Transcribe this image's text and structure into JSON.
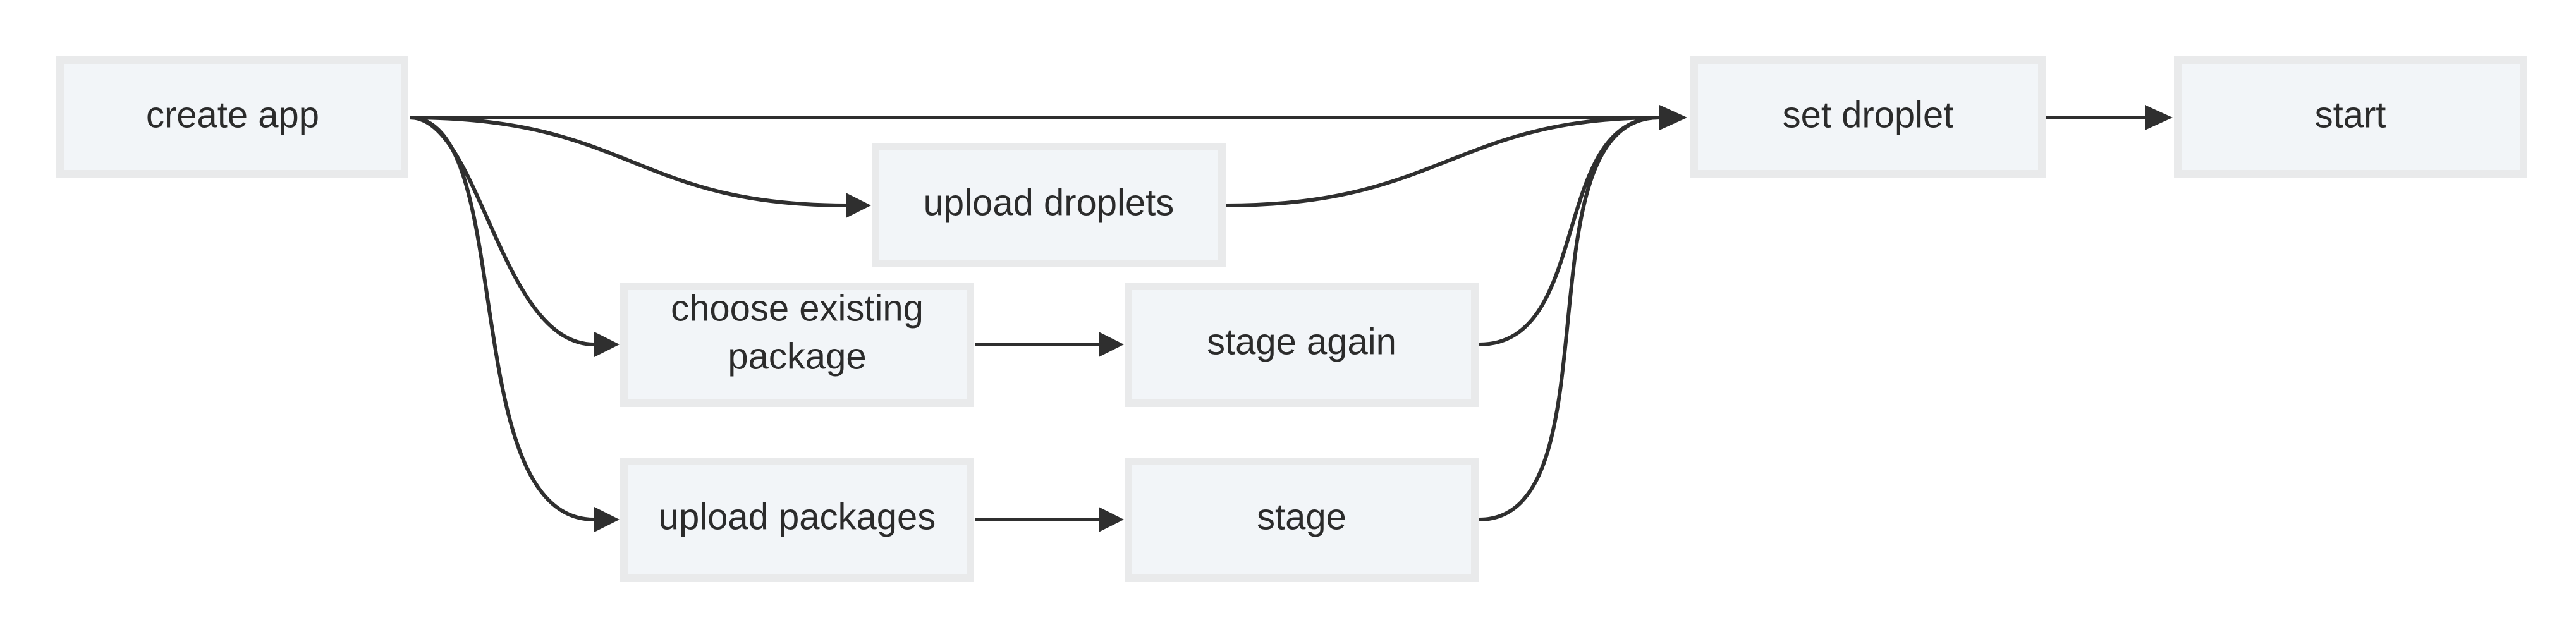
{
  "diagram": {
    "type": "flowchart",
    "direction": "left-to-right",
    "nodes": {
      "create_app": {
        "label": "create app"
      },
      "upload_droplets": {
        "label": "upload droplets"
      },
      "choose_existing_package": {
        "label_line1": "choose existing",
        "label_line2": "package"
      },
      "upload_packages": {
        "label": "upload packages"
      },
      "stage_again": {
        "label": "stage again"
      },
      "stage": {
        "label": "stage"
      },
      "set_droplet": {
        "label": "set droplet"
      },
      "start": {
        "label": "start"
      }
    },
    "edges": [
      {
        "from": "create app",
        "to": "set droplet"
      },
      {
        "from": "create app",
        "to": "upload droplets"
      },
      {
        "from": "create app",
        "to": "choose existing package"
      },
      {
        "from": "create app",
        "to": "upload packages"
      },
      {
        "from": "upload droplets",
        "to": "set droplet"
      },
      {
        "from": "choose existing package",
        "to": "stage again"
      },
      {
        "from": "upload packages",
        "to": "stage"
      },
      {
        "from": "stage again",
        "to": "set droplet"
      },
      {
        "from": "stage",
        "to": "set droplet"
      },
      {
        "from": "set droplet",
        "to": "start"
      }
    ],
    "colors": {
      "node_fill": "#f2f5f8",
      "node_border": "#e9eaeb",
      "edge": "#2f2f2f",
      "text": "#2b2b2b"
    }
  }
}
